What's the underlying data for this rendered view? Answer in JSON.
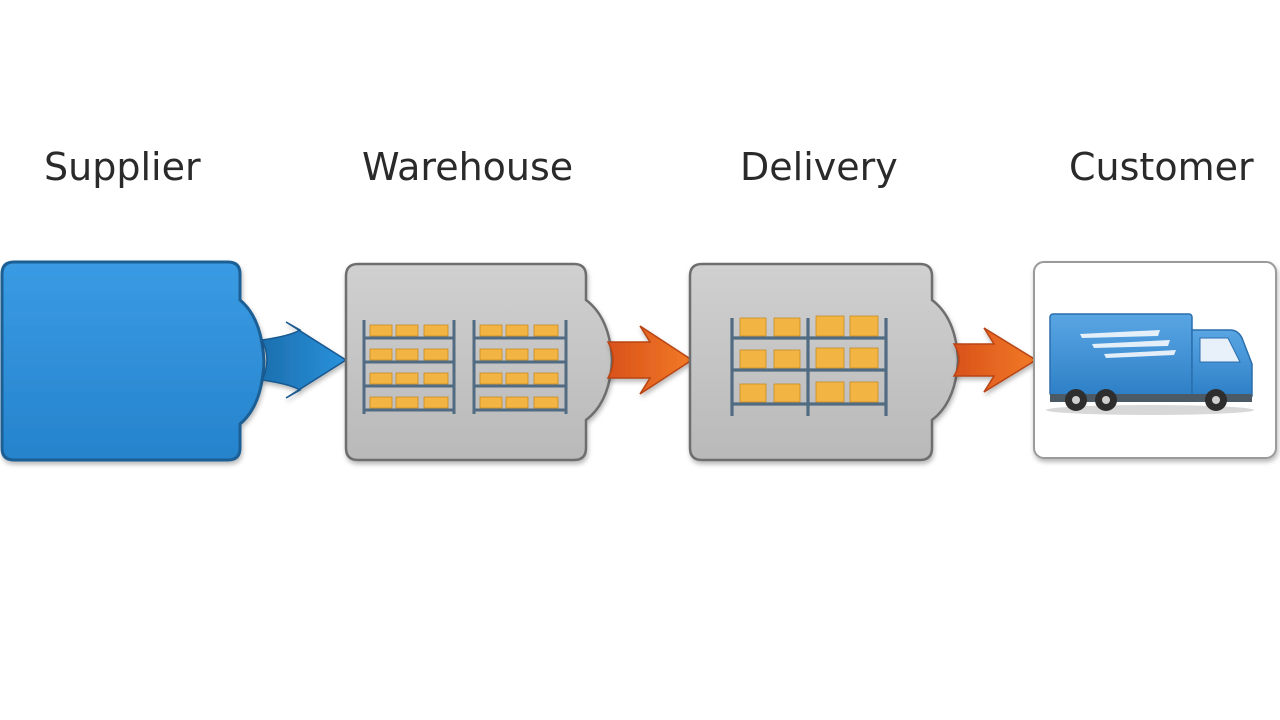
{
  "stages": [
    {
      "id": "supplier",
      "label": "Supplier"
    },
    {
      "id": "warehouse",
      "label": "Warehouse"
    },
    {
      "id": "delivery",
      "label": "Delivery"
    },
    {
      "id": "customer",
      "label": "Customer"
    }
  ],
  "colors": {
    "supplier_fill": "#2f8fd8",
    "supplier_stroke": "#1c5f95",
    "panel_fill": "#c6c6c6",
    "panel_stroke": "#707070",
    "arrow_blue": "#1f78c0",
    "arrow_orange": "#e8641c",
    "box": "#f2b544",
    "shelf": "#4f6a80",
    "truck_blue": "#3c8ed4",
    "text": "#2a2a2a"
  },
  "icons": {
    "warehouse": "warehouse-shelves-icon",
    "delivery": "delivery-shelves-icon",
    "customer": "delivery-truck-icon"
  }
}
